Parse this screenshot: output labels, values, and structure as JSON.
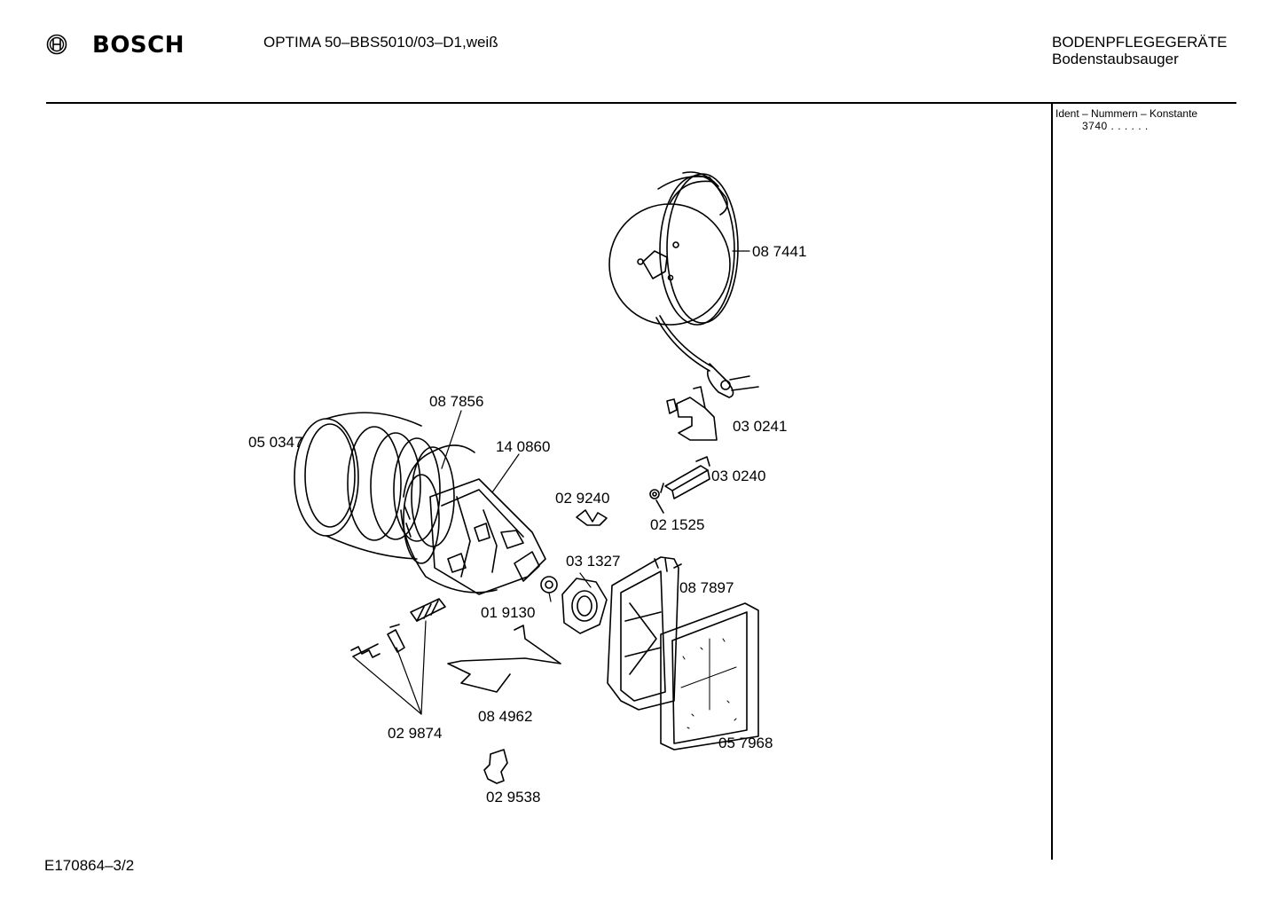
{
  "header": {
    "brand": "BOSCH",
    "model": "OPTIMA 50–BBS5010/03–D1,weiß",
    "category": "BODENPFLEGEGERÄTE",
    "subcategory": "Bodenstaubsauger"
  },
  "ident": {
    "label": "Ident – Nummern – Konstante",
    "value": "3740  . .    . . . ."
  },
  "parts": [
    "08 7441",
    "03 0241",
    "03 0240",
    "02 1525",
    "02 9240",
    "08 7856",
    "05 0347",
    "14 0860",
    "03 1327",
    "08 7897",
    "01 9130",
    "08 4962",
    "02 9874",
    "05 7968",
    "02 9538"
  ],
  "footer": {
    "drawing_id": "E170864–3/2"
  }
}
